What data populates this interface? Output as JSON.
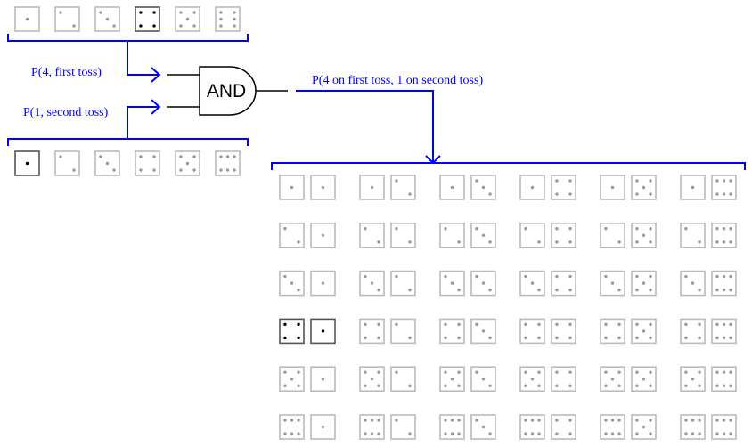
{
  "labels": {
    "first": "P(4, first toss)",
    "second": "P(1, second toss)",
    "output": "P(4 on first toss, 1 on second toss)",
    "gate": "AND"
  },
  "first_toss": {
    "faces": [
      1,
      2,
      3,
      4,
      5,
      6
    ],
    "highlight": 4
  },
  "second_toss": {
    "faces": [
      1,
      2,
      3,
      4,
      5,
      6
    ],
    "highlight": 1
  },
  "outcomes": {
    "rows": [
      1,
      2,
      3,
      4,
      5,
      6
    ],
    "cols": [
      1,
      2,
      3,
      4,
      5,
      6
    ],
    "highlight": [
      4,
      1
    ]
  },
  "colors": {
    "accent": "#0000ff",
    "dim": "#bbbbbb",
    "pip_dim": "#999999",
    "active": "#000000"
  }
}
